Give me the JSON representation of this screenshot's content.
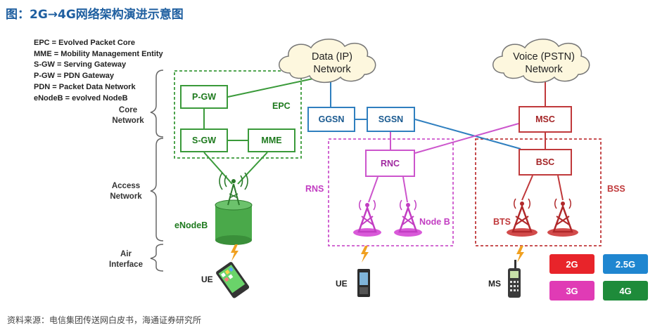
{
  "title": "图：2G→4G网络架构演进示意图",
  "source": "资料来源：电信集团传送网白皮书，海通证券研究所",
  "legend_lines": [
    "EPC = Evolved Packet Core",
    "MME = Mobility Management Entity",
    "S-GW = Serving Gateway",
    "P-GW = PDN Gateway",
    "PDN = Packet Data Network",
    "eNodeB = evolved NodeB"
  ],
  "side_labels": {
    "core": [
      "Core",
      "Network"
    ],
    "access": [
      "Access",
      "Network"
    ],
    "air": [
      "Air",
      "Interface"
    ]
  },
  "clouds": {
    "data": [
      "Data (IP)",
      "Network"
    ],
    "voice": [
      "Voice (PSTN)",
      "Network"
    ]
  },
  "nodes": {
    "pgw": "P-GW",
    "sgw": "S-GW",
    "mme": "MME",
    "ggsn": "GGSN",
    "sgsn": "SGSN",
    "rnc": "RNC",
    "msc": "MSC",
    "bsc": "BSC"
  },
  "group_labels": {
    "epc": "EPC",
    "rns": "RNS",
    "bss": "BSS",
    "enodeb": "eNodeB",
    "nodeb": "Node B",
    "bts": "BTS"
  },
  "terminals": {
    "ue_4g": "UE",
    "ue_3g": "UE",
    "ms_2g": "MS"
  },
  "generation_badges": [
    {
      "label": "2G",
      "color": "#e8242a"
    },
    {
      "label": "2.5G",
      "color": "#1f86d0"
    },
    {
      "label": "3G",
      "color": "#e03bb5"
    },
    {
      "label": "4G",
      "color": "#1e8b3a"
    }
  ],
  "colors": {
    "green": "#3a9a3a",
    "blue": "#2f7fbf",
    "magenta": "#cc55cc",
    "red": "#c0393b"
  }
}
